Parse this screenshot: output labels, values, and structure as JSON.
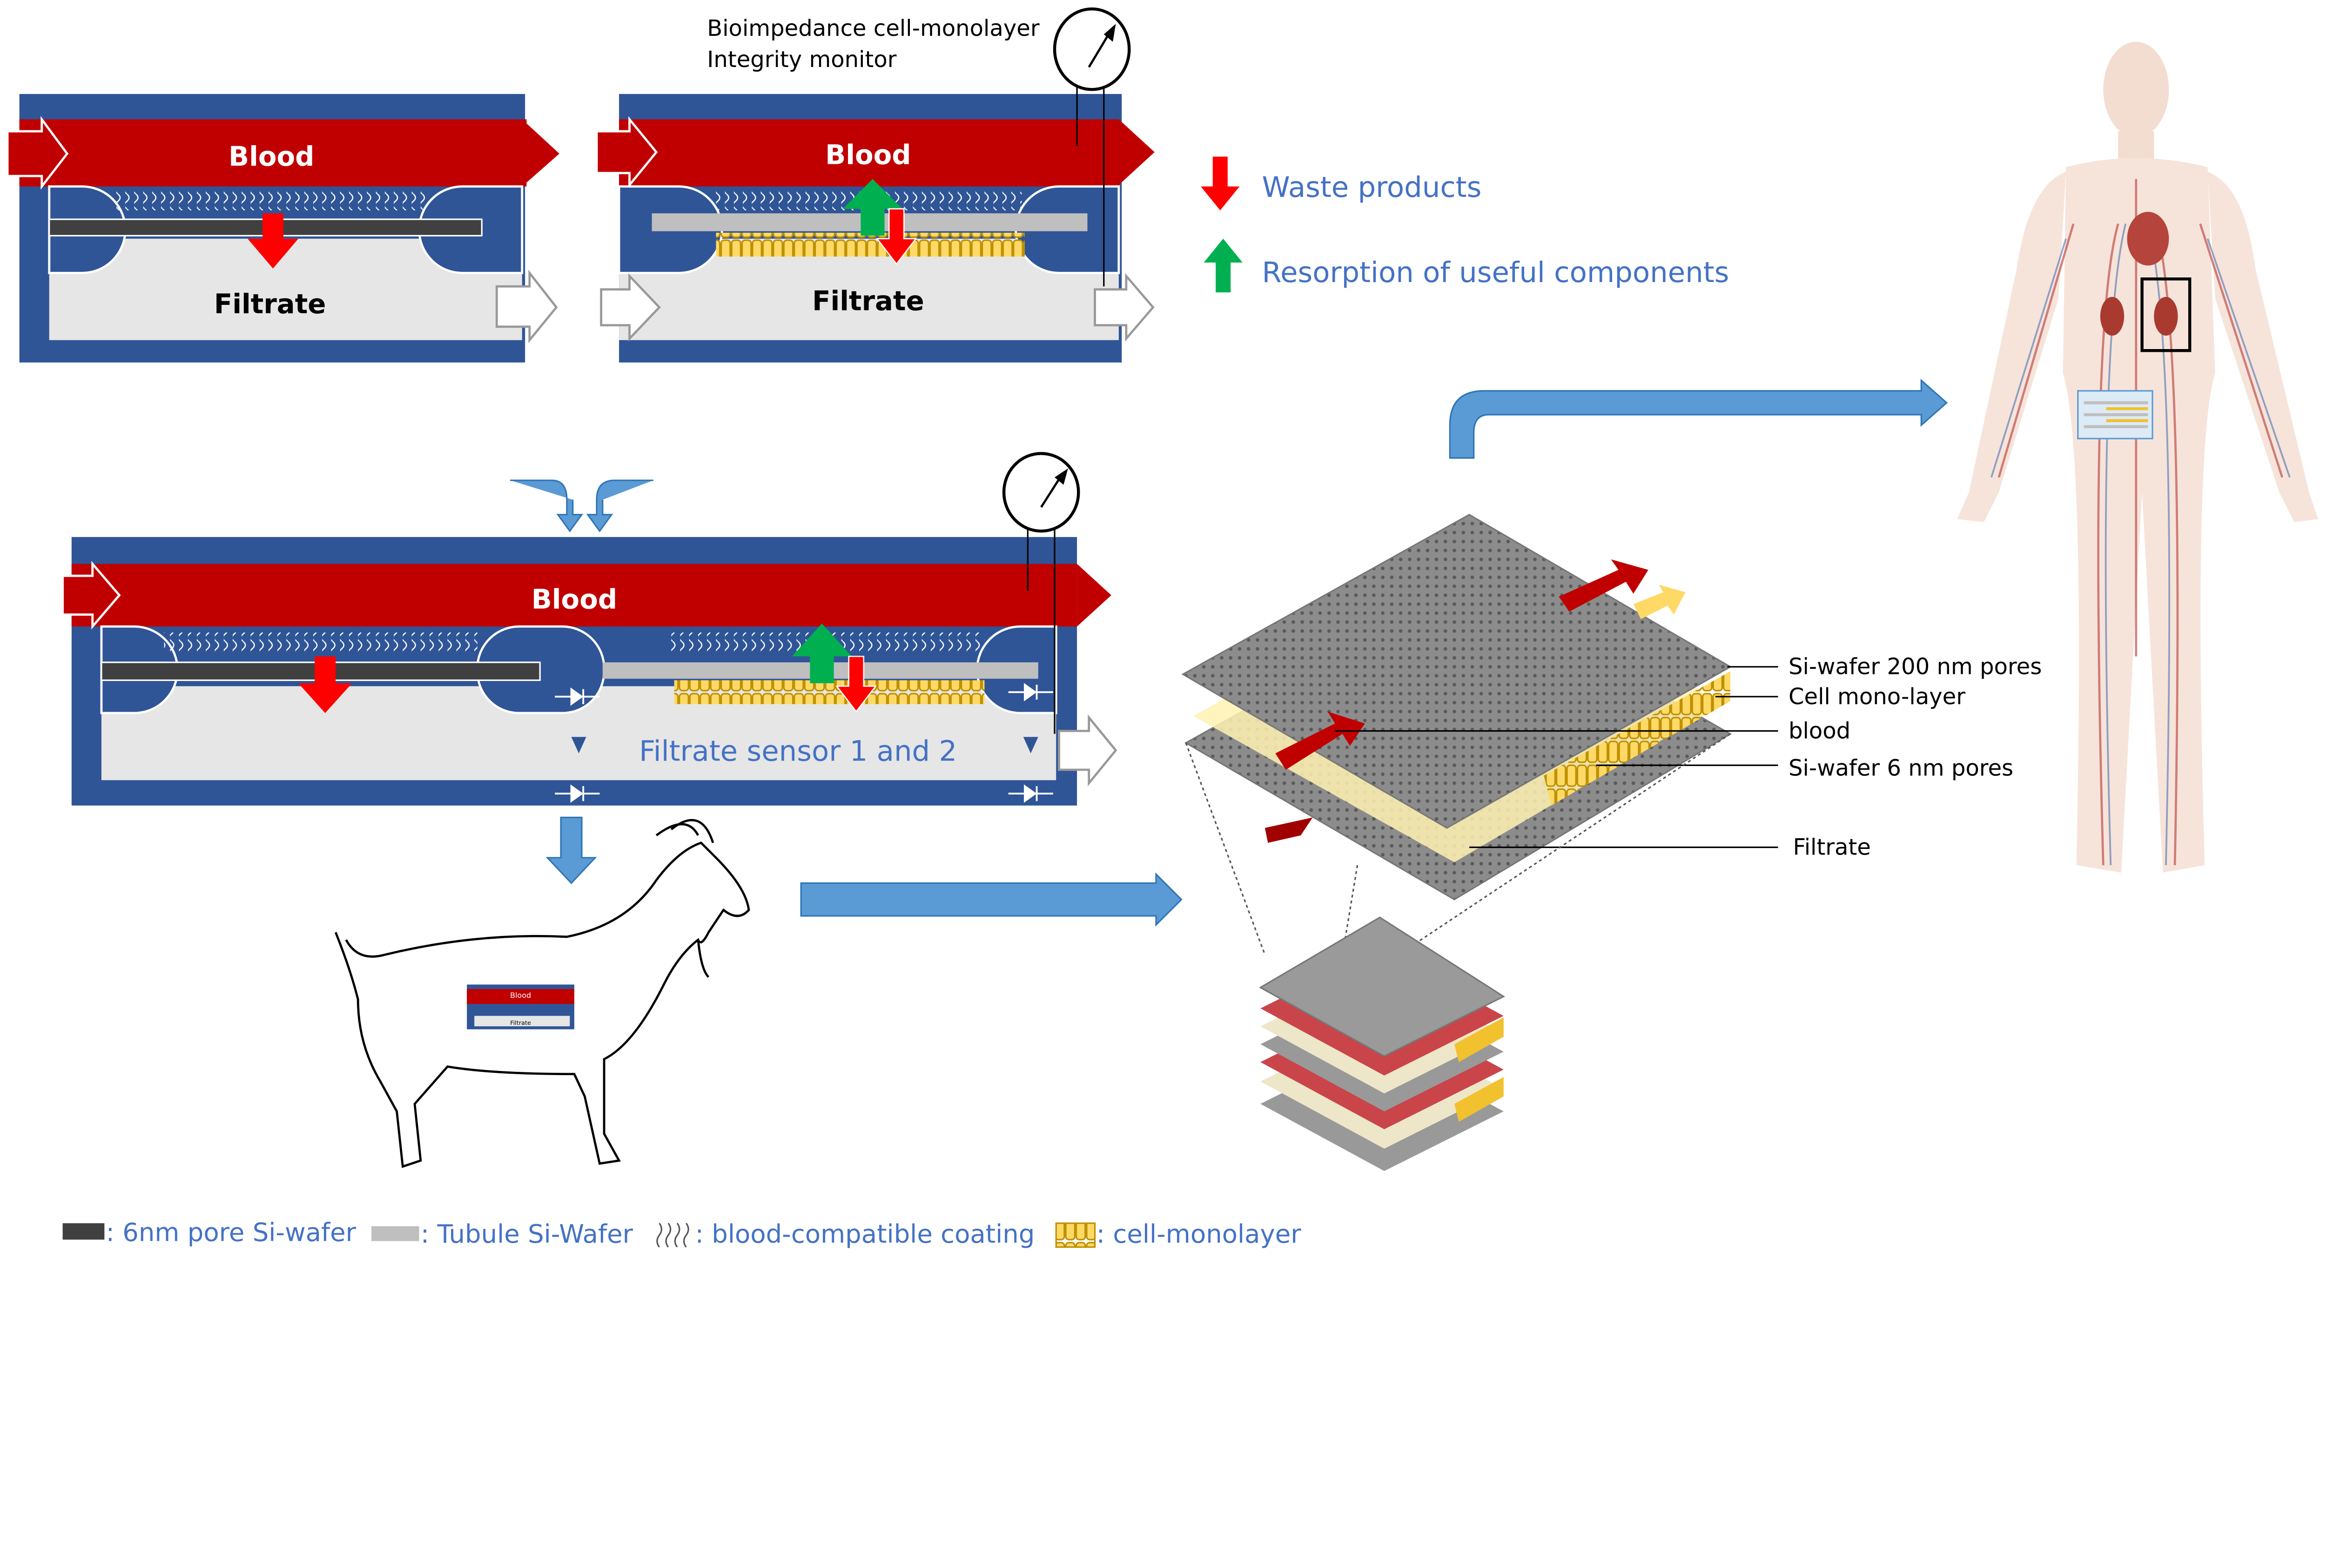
{
  "colors": {
    "frame_blue": "#2f5597",
    "blood_red": "#c00000",
    "filtrate_gray": "#e6e6e6",
    "wafer_dark": "#404040",
    "wafer_light": "#bfbfbf",
    "cell_yellow": "#f2c12e",
    "arrow_green": "#00b050",
    "arrow_red": "#ff0000",
    "flow_arrow_blue": "#5b9bd5",
    "label_blue": "#4472c4"
  },
  "panel1": {
    "blood": "Blood",
    "filtrate": "Filtrate"
  },
  "panel2": {
    "blood": "Blood",
    "filtrate": "Filtrate",
    "monitor_line1": "Bioimpedance cell-monolayer",
    "monitor_line2": "Integrity monitor"
  },
  "arrow_legend": {
    "waste": "Waste products",
    "resorption": "Resorption of useful components"
  },
  "panel3": {
    "blood": "Blood",
    "sensor": "Filtrate sensor 1 and 2"
  },
  "goat_inset": {
    "blood": "Blood",
    "filtrate": "Filtrate"
  },
  "stack_labels": [
    "Si-wafer 200 nm pores",
    "Cell mono-layer",
    "blood",
    "Si-wafer 6 nm pores",
    "Filtrate"
  ],
  "legend": [
    {
      "icon": "dark-wafer",
      "label": ": 6nm pore Si-wafer"
    },
    {
      "icon": "light-wafer",
      "label": ": Tubule Si-Wafer"
    },
    {
      "icon": "wavy-coating",
      "label": ": blood-compatible coating"
    },
    {
      "icon": "cell-monolayer",
      "label": ": cell-monolayer"
    }
  ]
}
